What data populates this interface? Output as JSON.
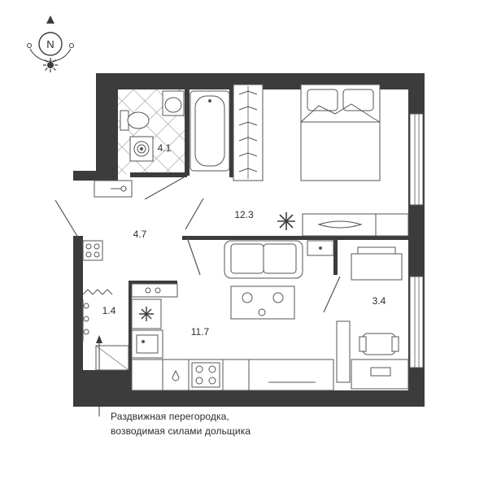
{
  "compass": {
    "label": "N",
    "icon": "compass-north-icon",
    "sun_icon": "sun-icon"
  },
  "rooms": {
    "bathroom": "4.1",
    "hallway": "4.7",
    "bedroom": "12.3",
    "storage": "1.4",
    "kitchen_living": "11.7",
    "loggia": "3.4"
  },
  "note": {
    "line1": "Раздвижная перегородка,",
    "line2": "возводимая силами дольщика"
  },
  "colors": {
    "wall": "#3c3c3c",
    "line": "#555555",
    "tile": "#9a9a9a"
  }
}
